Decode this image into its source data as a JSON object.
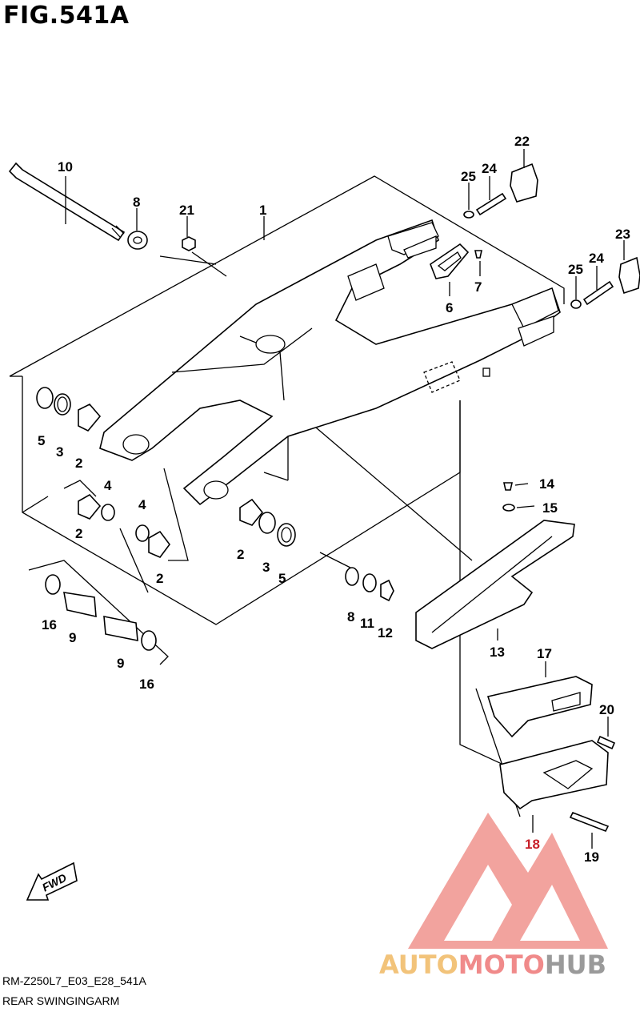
{
  "figure": {
    "title": "FIG.541A",
    "model_code": "RM-Z250L7_E03_E28_541A",
    "section_name": "REAR SWINGINGARM"
  },
  "direction_arrow_label": "FWD",
  "watermark": {
    "text_parts": [
      "AUTO",
      "MOTO",
      "HUB"
    ],
    "colors": {
      "auto": "#f2c37a",
      "moto": "#f08a8a",
      "hub": "#9a9a9a",
      "logo": "#e8584f"
    }
  },
  "highlight_color": "#c8202a",
  "part_labels": [
    {
      "id": "l10a",
      "text": "10"
    },
    {
      "id": "l8a",
      "text": "8"
    },
    {
      "id": "l21",
      "text": "21"
    },
    {
      "id": "l1",
      "text": "1"
    },
    {
      "id": "l22",
      "text": "22"
    },
    {
      "id": "l25a",
      "text": "25"
    },
    {
      "id": "l24a",
      "text": "24"
    },
    {
      "id": "l7",
      "text": "7"
    },
    {
      "id": "l6",
      "text": "6"
    },
    {
      "id": "l23",
      "text": "23"
    },
    {
      "id": "l25b",
      "text": "25"
    },
    {
      "id": "l24b",
      "text": "24"
    },
    {
      "id": "l5a",
      "text": "5"
    },
    {
      "id": "l3a",
      "text": "3"
    },
    {
      "id": "l2a",
      "text": "2"
    },
    {
      "id": "l4a",
      "text": "4"
    },
    {
      "id": "l2b",
      "text": "2"
    },
    {
      "id": "l4b",
      "text": "4"
    },
    {
      "id": "l2c",
      "text": "2"
    },
    {
      "id": "l2d",
      "text": "2"
    },
    {
      "id": "l3b",
      "text": "3"
    },
    {
      "id": "l5b",
      "text": "5"
    },
    {
      "id": "l14",
      "text": "14"
    },
    {
      "id": "l15",
      "text": "15"
    },
    {
      "id": "l16a",
      "text": "16"
    },
    {
      "id": "l9a",
      "text": "9"
    },
    {
      "id": "l9b",
      "text": "9"
    },
    {
      "id": "l16b",
      "text": "16"
    },
    {
      "id": "l8b",
      "text": "8"
    },
    {
      "id": "l11",
      "text": "11"
    },
    {
      "id": "l12",
      "text": "12"
    },
    {
      "id": "l13",
      "text": "13"
    },
    {
      "id": "l17",
      "text": "17"
    },
    {
      "id": "l20",
      "text": "20"
    },
    {
      "id": "l18",
      "text": "18",
      "highlight": true
    },
    {
      "id": "l19",
      "text": "19"
    }
  ]
}
